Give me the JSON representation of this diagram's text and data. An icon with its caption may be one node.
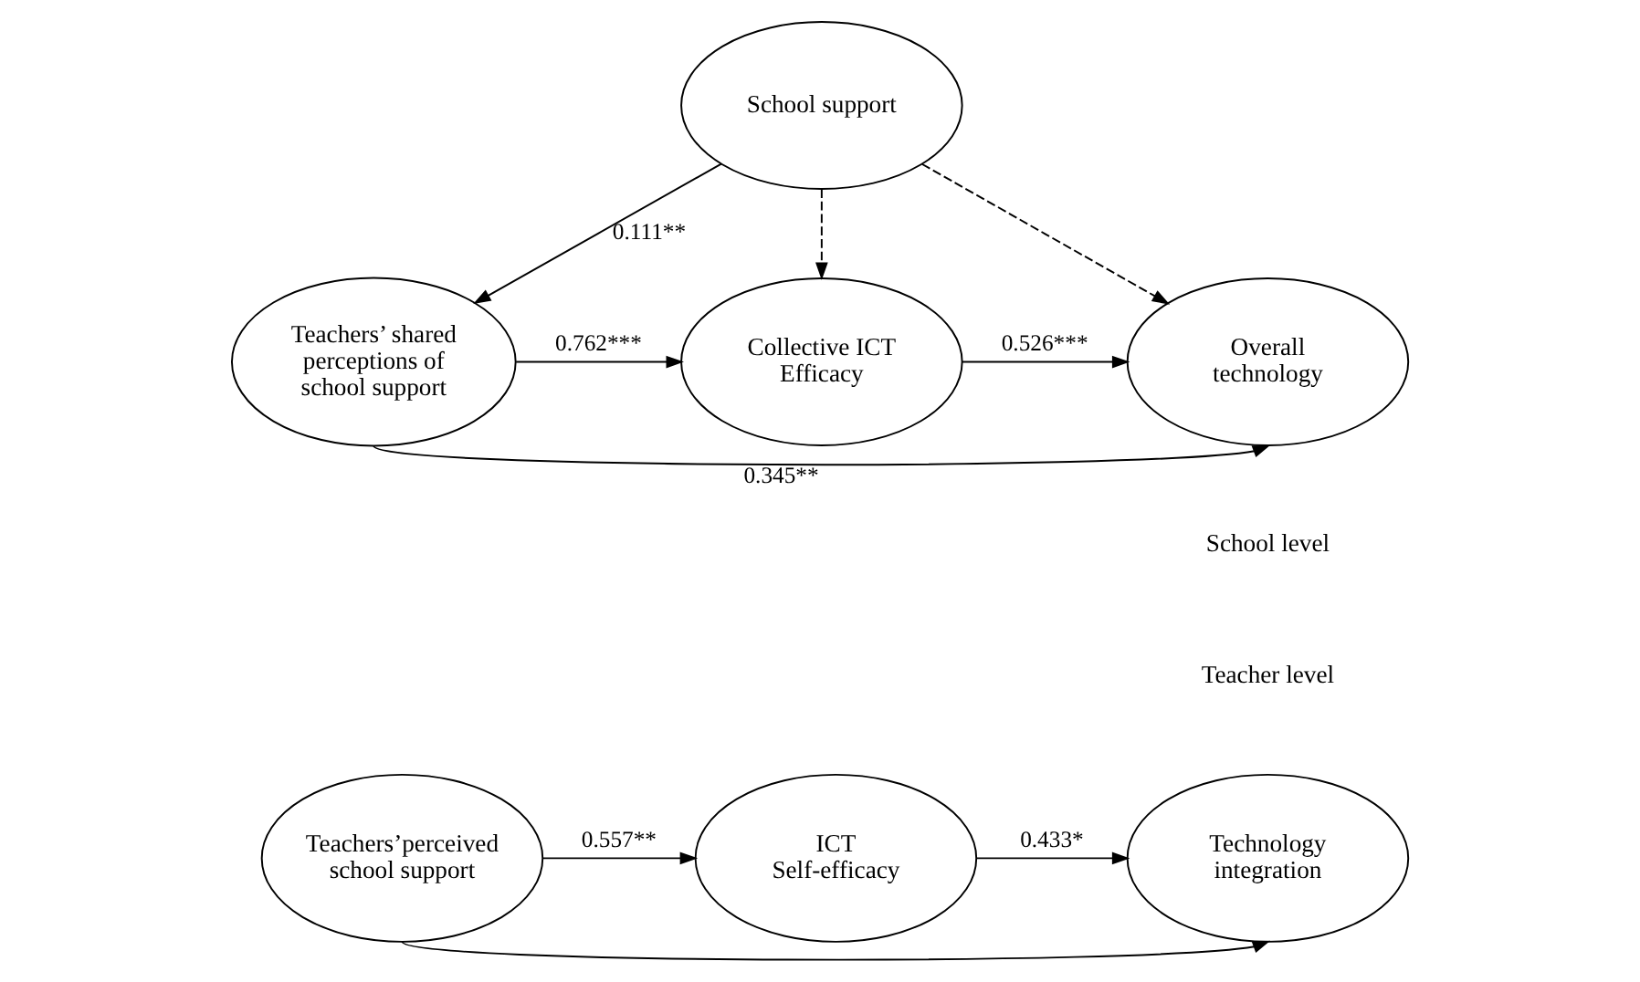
{
  "diagram": {
    "nodes": [
      {
        "text": [
          "School support"
        ]
      },
      {
        "text": [
          "Teachers’ shared perceptions of school support"
        ]
      },
      {
        "text": [
          "Collective ICT Efficacy"
        ]
      },
      {
        "text": [
          "Overall technology"
        ]
      },
      {
        "text": [
          "Teachers’perceived school support"
        ]
      },
      {
        "text": [
          "ICT Self-efficacy"
        ]
      },
      {
        "text": [
          "Technology integration"
        ]
      }
    ],
    "edges": [
      {
        "from": 0,
        "to": 1,
        "arrow": "to",
        "label": "0.111**"
      },
      {
        "from": 0,
        "to": 2,
        "arrow": "to",
        "style": "dashed"
      },
      {
        "from": 0,
        "to": 3,
        "arrow": "to",
        "style": "dashed"
      },
      {
        "from": 1,
        "to": 2,
        "arrow": "to",
        "label": "0.762***"
      },
      {
        "from": 2,
        "to": 3,
        "arrow": "to",
        "label": "0.526***"
      },
      {
        "from": 1,
        "to": 3,
        "arrow": "to",
        "label": "0.345**"
      },
      {
        "from": 4,
        "to": 5,
        "arrow": "to",
        "label": "0.557**"
      },
      {
        "from": 5,
        "to": 6,
        "arrow": "to",
        "label": "0.433*"
      },
      {
        "from": 4,
        "to": 6,
        "arrow": "to"
      }
    ],
    "labels": [
      "School level",
      "Teacher level"
    ]
  }
}
